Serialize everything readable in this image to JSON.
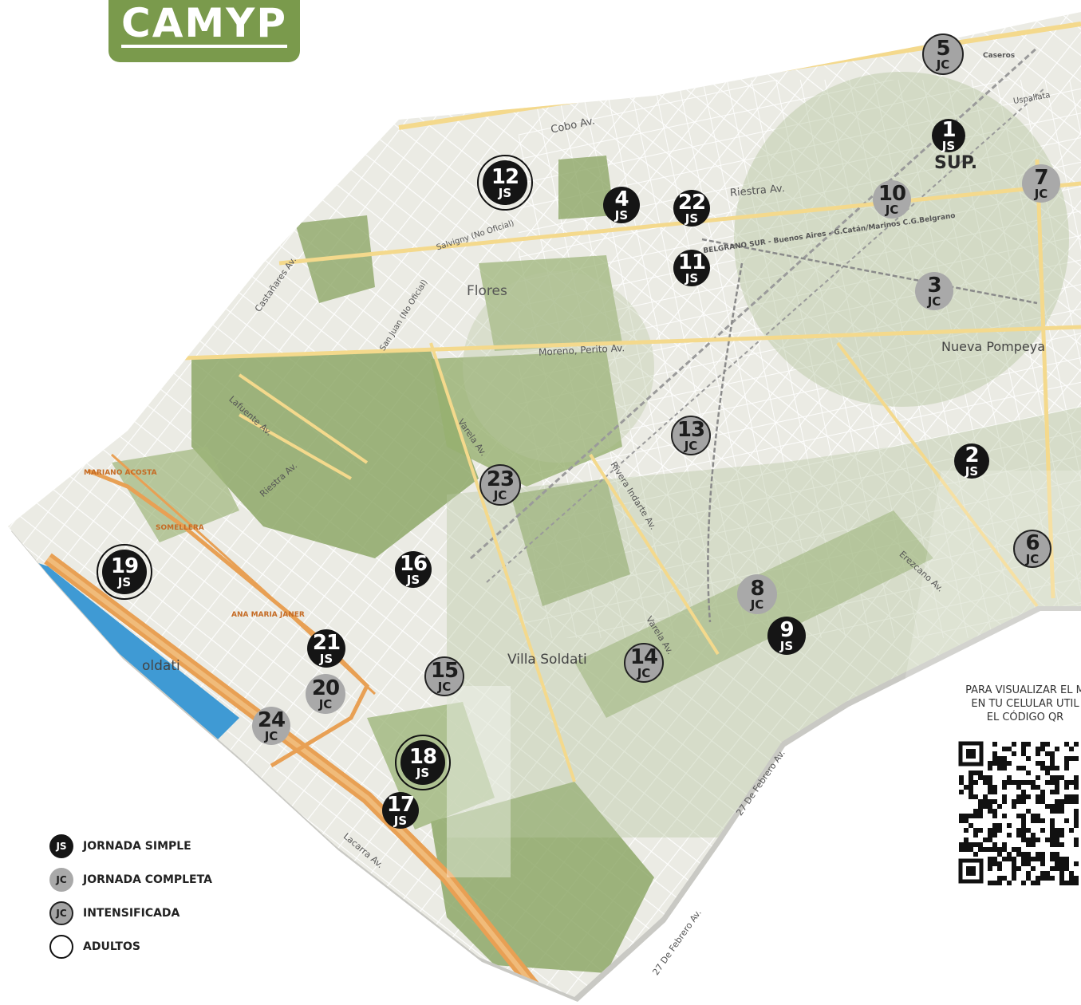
{
  "logo": "CAMYP",
  "markers": [
    {
      "num": "1",
      "type": "JS",
      "style": "js"
    },
    {
      "num": "2",
      "type": "JS",
      "style": "js"
    },
    {
      "num": "3",
      "type": "JC",
      "style": "jc"
    },
    {
      "num": "4",
      "type": "JS",
      "style": "js"
    },
    {
      "num": "5",
      "type": "JC",
      "style": "intens"
    },
    {
      "num": "6",
      "type": "JC",
      "style": "intens"
    },
    {
      "num": "7",
      "type": "JC",
      "style": "jc"
    },
    {
      "num": "8",
      "type": "JC",
      "style": "jc"
    },
    {
      "num": "9",
      "type": "JS",
      "style": "js"
    },
    {
      "num": "10",
      "type": "JC",
      "style": "jc"
    },
    {
      "num": "11",
      "type": "JS",
      "style": "js"
    },
    {
      "num": "12",
      "type": "JS",
      "style": "js",
      "adult": true
    },
    {
      "num": "13",
      "type": "JC",
      "style": "intens"
    },
    {
      "num": "14",
      "type": "JC",
      "style": "intens"
    },
    {
      "num": "15",
      "type": "JC",
      "style": "intens"
    },
    {
      "num": "16",
      "type": "JS",
      "style": "js"
    },
    {
      "num": "17",
      "type": "JS",
      "style": "js"
    },
    {
      "num": "18",
      "type": "JS",
      "style": "js",
      "adult": true
    },
    {
      "num": "19",
      "type": "JS",
      "style": "js",
      "adult": true
    },
    {
      "num": "20",
      "type": "JC",
      "style": "jc"
    },
    {
      "num": "21",
      "type": "JS",
      "style": "js"
    },
    {
      "num": "22",
      "type": "JS",
      "style": "js"
    },
    {
      "num": "23",
      "type": "JC",
      "style": "intens"
    },
    {
      "num": "24",
      "type": "JC",
      "style": "jc"
    }
  ],
  "sup_label": "SUP.",
  "places": {
    "flores": "Flores",
    "nueva_pompeya": "Nueva Pompeya",
    "villa_soldati": "Villa Soldati",
    "soldati": "oldati"
  },
  "streets": {
    "cobo": "Cobo Av.",
    "riestra_top": "Riestra Av.",
    "riestra_mid": "Riestra Av.",
    "moreno_perito": "Moreno, Perito Av.",
    "castanares": "Castañares Av.",
    "lafuente": "Lafuente Av.",
    "varela": "Varela Av.",
    "varela_2": "Varela Av.",
    "rivera_indarte": "Rivera Indarte Av.",
    "erezcano": "Erezcano Av.",
    "lacarra": "Lacarra Av.",
    "febrero_1": "27 De Febrero Av.",
    "febrero_2": "27 De Febrero Av.",
    "san_juan": "San Juan (No Oficial)",
    "salvigny": "Salvigny (No Oficial)",
    "belgrano_sur": "BELGRANO SUR - Buenos Aires - G.Catán/Marinos C.G.Belgrano",
    "mariano_acosta": "MARIANO ACOSTA",
    "somellera": "SOMELLERA",
    "ana_maria_janer": "ANA MARIA JANER",
    "caseros": "Caseros",
    "uspallata": "Uspallata"
  },
  "legend": [
    {
      "mark": "JS",
      "label": "JORNADA SIMPLE",
      "style": "js"
    },
    {
      "mark": "JC",
      "label": "JORNADA COMPLETA",
      "style": "jc"
    },
    {
      "mark": "JC",
      "label": "INTENSIFICADA",
      "style": "intens"
    },
    {
      "mark": "",
      "label": "ADULTOS",
      "style": "adult"
    }
  ],
  "qr": {
    "line1": "PARA VISUALIZAR EL M",
    "line2": "EN TU CELULAR UTIL",
    "line3": "EL CÓDIGO QR"
  },
  "colors": {
    "park": "#8ea868",
    "overlay": "#b6c6a0",
    "land": "#ebebe4",
    "river": "#3f9ad4",
    "highway": "#e8a054",
    "road": "#f4d98c"
  }
}
